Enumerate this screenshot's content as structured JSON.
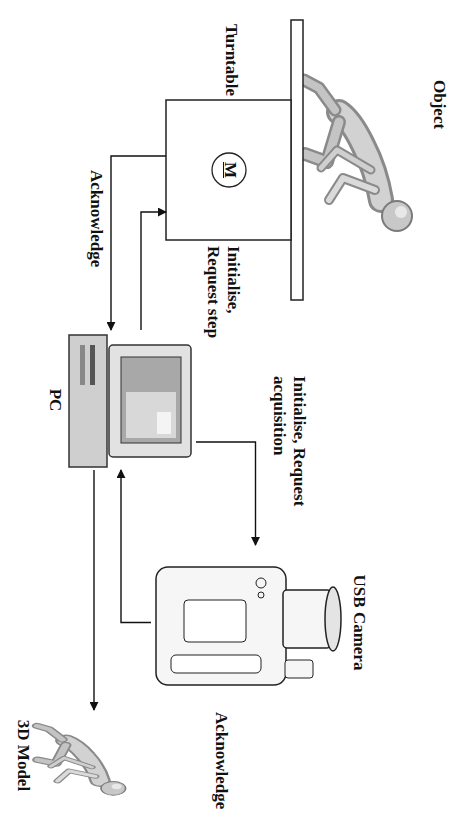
{
  "diagram": {
    "nodes": [
      {
        "text": [
          "Object"
        ]
      },
      {
        "text": [
          "Turntable",
          "M"
        ]
      },
      {
        "text": [
          "PC"
        ]
      },
      {
        "text": [
          "USB Camera"
        ]
      },
      {
        "text": [
          "3D Model"
        ]
      }
    ],
    "edges": [
      {
        "from": 2,
        "to": 1,
        "label": "Initialise, Request step",
        "arrow": "to"
      },
      {
        "from": 1,
        "to": 2,
        "label": "Acknowledge",
        "arrow": "to"
      },
      {
        "from": 2,
        "to": 3,
        "label": "Initialise, Request acquisition",
        "arrow": "to"
      },
      {
        "from": 3,
        "to": 2,
        "label": "Acknowledge",
        "arrow": "to"
      },
      {
        "from": 2,
        "to": 4,
        "arrow": "to"
      }
    ]
  }
}
